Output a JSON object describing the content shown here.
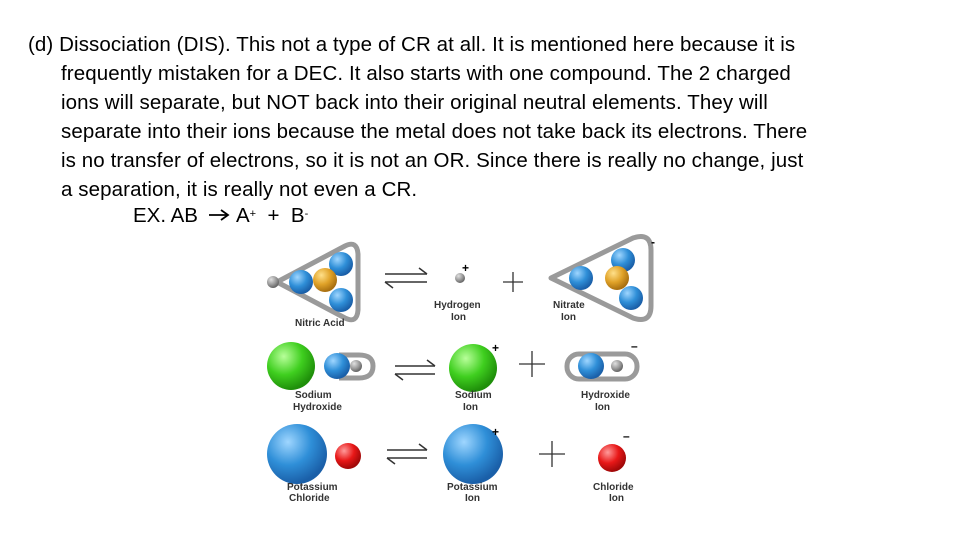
{
  "paragraph": {
    "lines": [
      "(d) Dissociation (DIS). This not a type of CR at all. It is mentioned here because it is",
      "frequently mistaken for a DEC. It also starts with one compound. The 2 charged",
      "ions will separate, but NOT back into their original neutral elements. They will",
      "separate into their ions because the metal does not take back its electrons. There",
      "is no transfer of electrons, so it is not an OR. Since there is really no change, just",
      "a separation, it is really not even a CR."
    ]
  },
  "example": {
    "prefix": "EX. AB",
    "product_a": "A",
    "product_a_charge": "+",
    "plus": "+",
    "product_b": "B",
    "product_b_charge": "-"
  },
  "diagram": {
    "rows": [
      {
        "reactant": [
          "Nitric Acid"
        ],
        "cation": [
          "Hydrogen",
          "Ion"
        ],
        "anion": [
          "Nitrate",
          "Ion"
        ],
        "cation_charge": "+",
        "anion_charge": "-"
      },
      {
        "reactant": [
          "Sodium",
          "Hydroxide"
        ],
        "cation": [
          "Sodium",
          "Ion"
        ],
        "anion": [
          "Hydroxide",
          "Ion"
        ],
        "cation_charge": "+",
        "anion_charge": "–"
      },
      {
        "reactant": [
          "Potassium",
          "Chloride"
        ],
        "cation": [
          "Potassium",
          "Ion"
        ],
        "anion": [
          "Chloride",
          "Ion"
        ],
        "cation_charge": "+",
        "anion_charge": "–"
      }
    ],
    "plus_sign": "+",
    "colors": {
      "blue": "#2f8fd8",
      "gold": "#e0a228",
      "green": "#3fcf1f",
      "red": "#e81818",
      "gray": "#9a9a9a"
    }
  }
}
